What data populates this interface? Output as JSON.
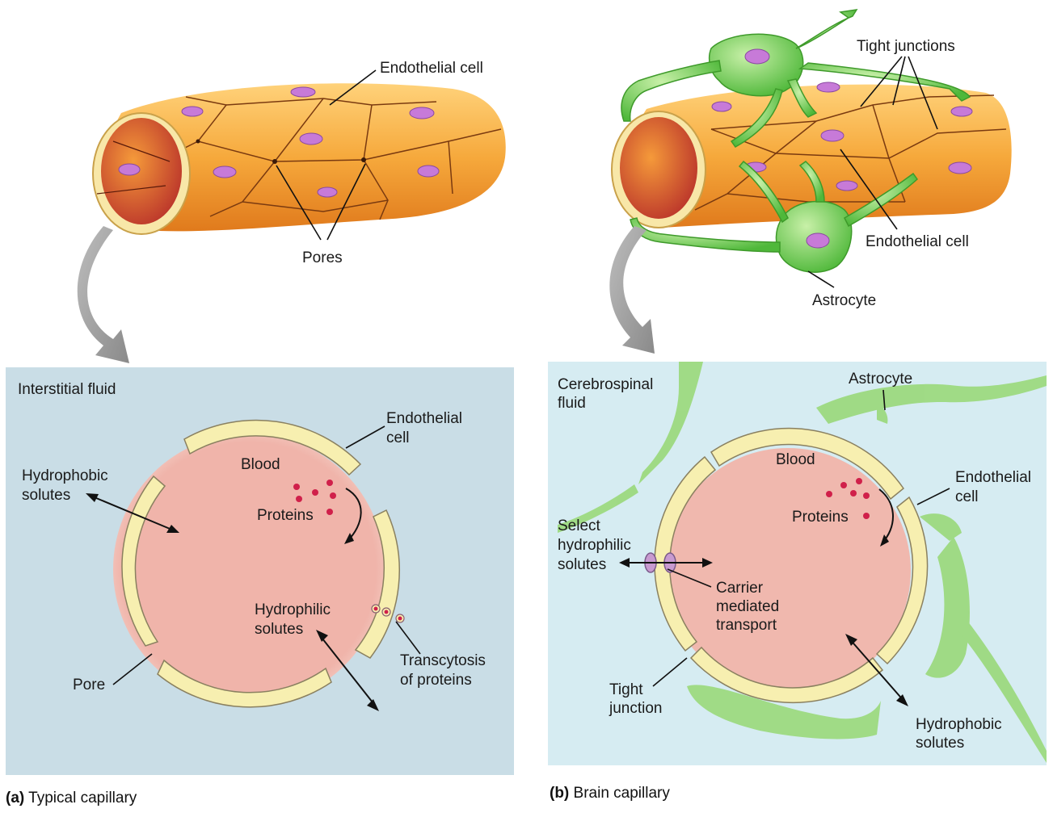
{
  "labels": {
    "a_endothelial_cell": "Endothelial cell",
    "a_pores": "Pores",
    "b_tight_junctions": "Tight junctions",
    "b_endothelial_cell": "Endothelial cell",
    "b_astrocyte": "Astrocyte",
    "a_interstitial_fluid": "Interstitial fluid",
    "a_endothelial_cell_2_line1": "Endothelial",
    "a_endothelial_cell_2_line2": "cell",
    "a_blood": "Blood",
    "a_proteins": "Proteins",
    "a_hydrophobic_line1": "Hydrophobic",
    "a_hydrophobic_line2": "solutes",
    "a_hydrophilic_line1": "Hydrophilic",
    "a_hydrophilic_line2": "solutes",
    "a_transcytosis_line1": "Transcytosis",
    "a_transcytosis_line2": "of proteins",
    "a_pore": "Pore",
    "b_csf_line1": "Cerebrospinal",
    "b_csf_line2": "fluid",
    "b_astrocyte_2": "Astrocyte",
    "b_blood": "Blood",
    "b_proteins": "Proteins",
    "b_endothelial_line1": "Endothelial",
    "b_endothelial_line2": "cell",
    "b_select_line1": "Select",
    "b_select_line2": "hydrophilic",
    "b_select_line3": "solutes",
    "b_carrier_line1": "Carrier",
    "b_carrier_line2": "mediated",
    "b_carrier_line3": "transport",
    "b_tight_line1": "Tight",
    "b_tight_line2": "junction",
    "b_hydrophobic_line1": "Hydrophobic",
    "b_hydrophobic_line2": "solutes"
  },
  "captions": {
    "a_letter": "(a)",
    "a_text": " Typical capillary",
    "b_letter": "(b)",
    "b_text": " Brain capillary"
  },
  "colors": {
    "panel_a_bg": "#c9dde6",
    "panel_b_bg": "#d6ecf2",
    "blood": "#f0b3aa",
    "endothelium": "#f7efb0",
    "astrocyte": "#8fd46a",
    "tube_orange": "#f2a23a",
    "nucleus": "#c77ad8",
    "protein": "#d0204a"
  }
}
